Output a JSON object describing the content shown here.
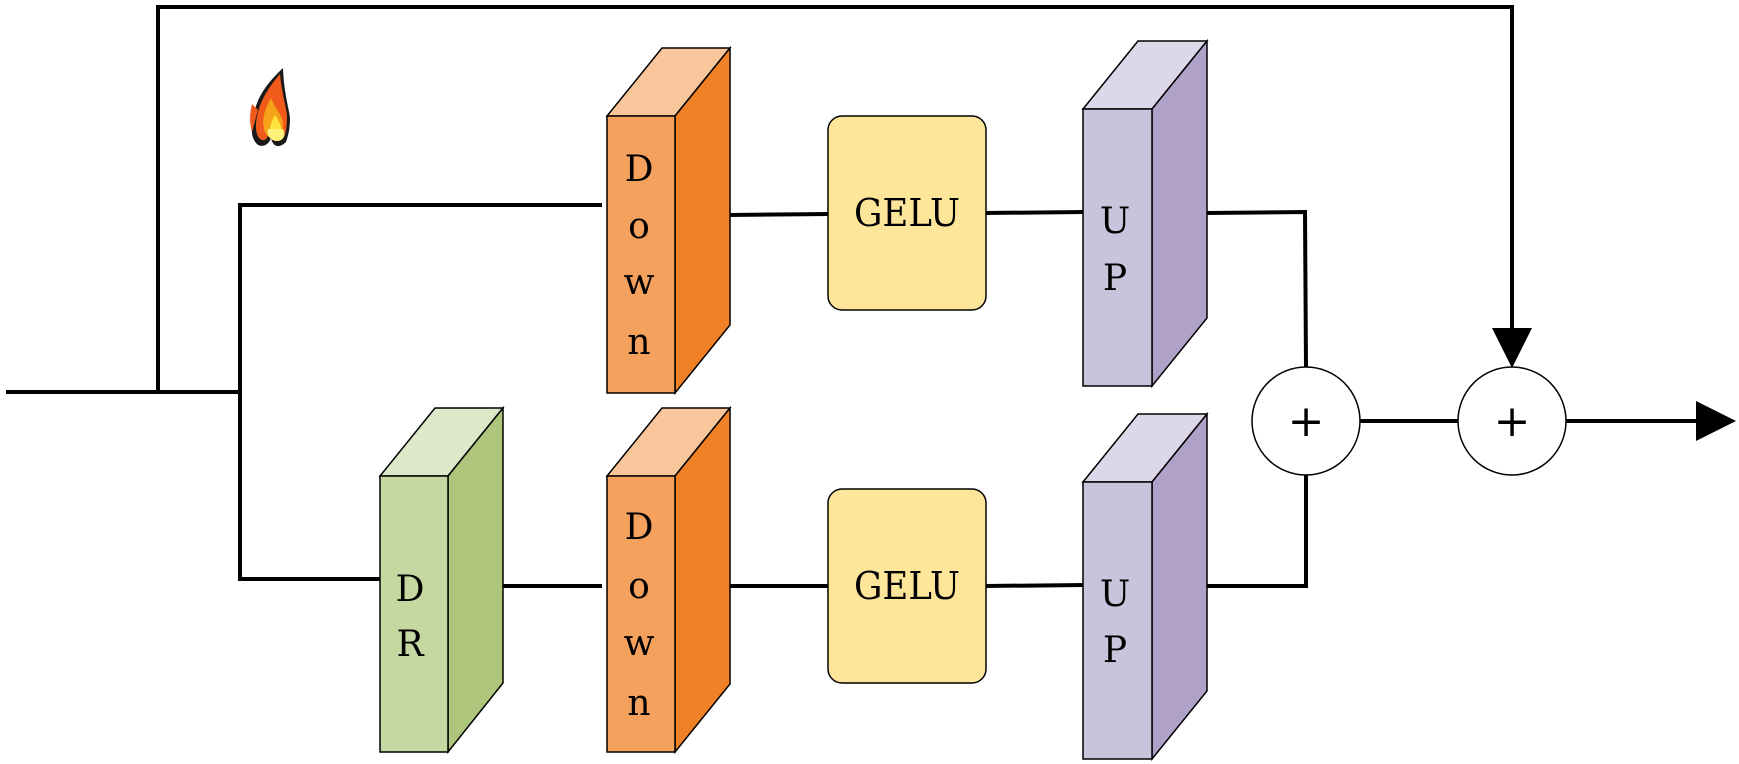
{
  "blocks": {
    "down_label": "Down",
    "gelu_label": "GELU",
    "up_label": "UP",
    "dr_label": "DR"
  },
  "operators": {
    "sum_symbol": "+"
  },
  "icons": {
    "trainable": "fire-icon"
  },
  "colors": {
    "down_front": "#F4A15E",
    "down_side": "#F08127",
    "down_top": "#F8C69A",
    "gelu_fill": "#FDE59A",
    "up_front": "#CAC3DC",
    "up_side": "#AFA1C7",
    "up_top": "#DCD7E9",
    "dr_front": "#C5D8A1",
    "dr_side": "#ADC67C",
    "dr_top": "#DCE8C8",
    "line": "#000000"
  }
}
